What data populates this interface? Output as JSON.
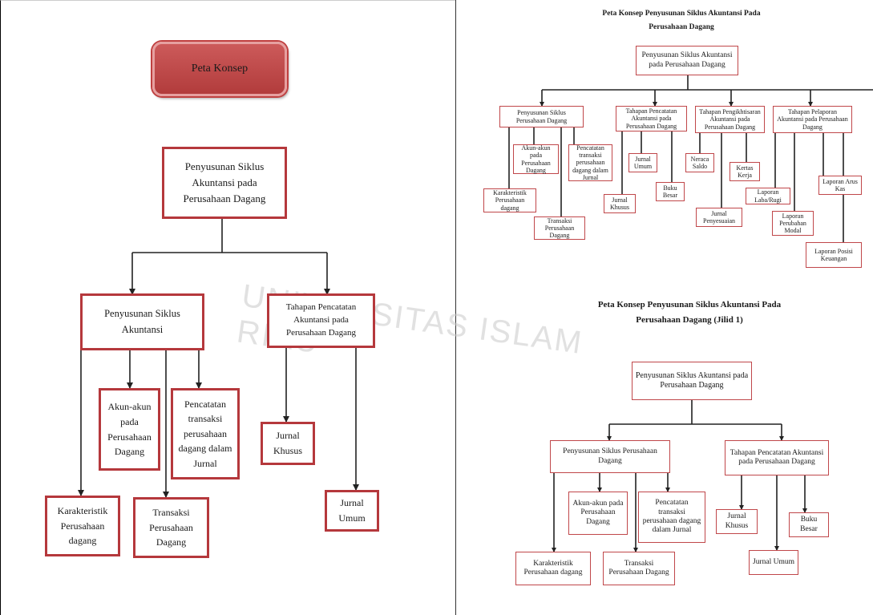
{
  "left": {
    "title_pill": "Peta Konsep",
    "root": "Penyusunan Siklus Akuntansi pada Perusahaan Dagang",
    "branch_a": "Penyusunan Siklus Akuntansi",
    "branch_b": "Tahapan Pencatatan Akuntansi pada Perusahaan Dagang",
    "akun": "Akun-akun pada Perusahaan Dagang",
    "pencatatan": "Pencatatan transaksi perusahaan dagang dalam Jurnal",
    "jurnal_khusus": "Jurnal Khusus",
    "jurnal_umum": "Jurnal Umum",
    "karakteristik": "Karakteristik Perusahaan dagang",
    "transaksi": "Transaksi Perusahaan Dagang"
  },
  "top_right": {
    "title_line1": "Peta Konsep Penyusunan Siklus Akuntansi Pada",
    "title_line2": "Perusahaan Dagang",
    "root": "Penyusunan Siklus Akuntansi pada Perusahaan Dagang",
    "b1": "Penyusunan Siklus Perusahaan Dagang",
    "b2": "Tahapan Pencatatan Akuntansi pada Perusahaan Dagang",
    "b3": "Tahapan Pengikhtisaran Akuntansi pada Perusahaan Dagang",
    "b4": "Tahapan Pelaporan Akuntansi pada Perusahaan Dagang",
    "akun": "Akun-akun pada Perusahaan Dagang",
    "pencatatan": "Pencatatan transaksi perusahaan dagang dalam Jurnal",
    "karakteristik": "Karakteristik Perusahaan dagang",
    "transaksi": "Transaksi Perusahaan Dagang",
    "jurnal_umum": "Jurnal Umum",
    "jurnal_khusus": "Jurnal Khusus",
    "buku_besar": "Buku Besar",
    "neraca_saldo": "Neraca Saldo",
    "kertas_kerja": "Kertas Kerja",
    "jurnal_penyesuaian": "Jurnal Penyesuaian",
    "laba_rugi": "Laporan Laba/Rugi",
    "arus_kas": "Laporan Arus Kas",
    "perubahan_modal": "Laporan Perubahan Modal",
    "posisi_keuangan": "Laporan Posisi Keuangan"
  },
  "bottom_right": {
    "title_line1": "Peta Konsep Penyusunan Siklus Akuntansi Pada",
    "title_line2": "Perusahaan Dagang (Jilid 1)",
    "root": "Penyusunan Siklus Akuntansi pada Perusahaan Dagang",
    "b1": "Penyusunan Siklus Perusahaan Dagang",
    "b2": "Tahapan Pencatatan Akuntansi pada Perusahaan Dagang",
    "akun": "Akun-akun pada Perusahaan Dagang",
    "pencatatan": "Pencatatan transaksi perusahaan dagang dalam Jurnal",
    "karakteristik": "Karakteristik Perusahaan dagang",
    "transaksi": "Transaksi Perusahaan Dagang",
    "jurnal_khusus": "Jurnal Khusus",
    "jurnal_umum": "Jurnal Umum",
    "buku_besar": "Buku Besar"
  },
  "watermark": "UNIVERSITAS ISLAM RIAU"
}
